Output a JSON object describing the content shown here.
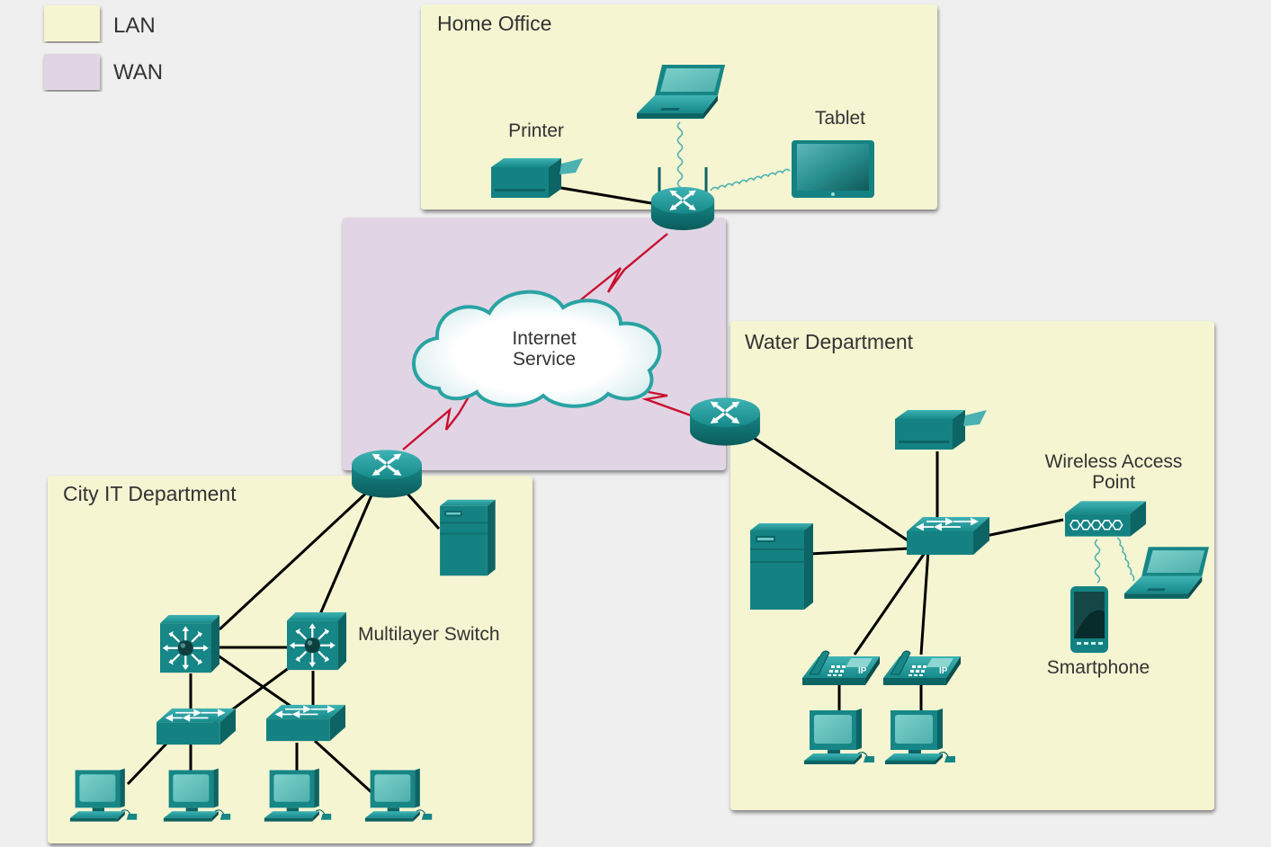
{
  "legend": {
    "lan_label": "LAN",
    "wan_label": "WAN",
    "lan_color": "#f5f5d2",
    "wan_color": "#e1d5e5"
  },
  "zones": {
    "home_office": "Home Office",
    "water_department": "Water Department",
    "city_it": "City IT Department"
  },
  "cloud": {
    "line1": "Internet",
    "line2": "Service"
  },
  "devices": {
    "printer": "Printer",
    "tablet": "Tablet",
    "multilayer_switch": "Multilayer Switch",
    "wap_line1": "Wireless Access",
    "wap_line2": "Point",
    "smartphone": "Smartphone",
    "ip_badge": "IP"
  },
  "colors": {
    "device_teal": "#1a8b8b",
    "device_dark": "#0d5e5e",
    "wan_link": "#c8102e",
    "cable": "#000000"
  }
}
